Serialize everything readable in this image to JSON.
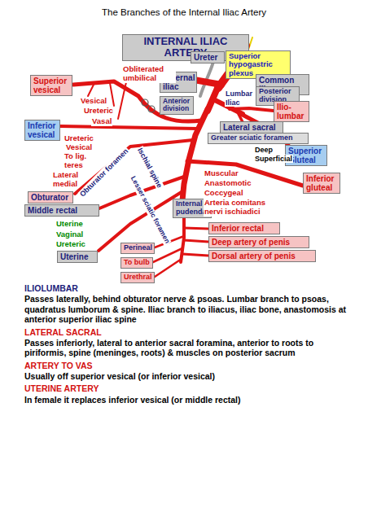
{
  "diagram": {
    "title": "The Branches of the Internal Iliac Artery",
    "nodes": [
      {
        "text": [
          "INTERNAL ILIAC ARTERY"
        ]
      },
      {
        "text": [
          "Ureter"
        ]
      },
      {
        "text": [
          "Superior hypogastric plexus"
        ]
      },
      {
        "text": [
          "Superior vesical"
        ]
      },
      {
        "text": [
          "External iliac"
        ]
      },
      {
        "text": [
          "Common iliac"
        ]
      },
      {
        "text": [
          "Posterior division"
        ]
      },
      {
        "text": [
          "Anterior division"
        ]
      },
      {
        "text": [
          "Ilio-lumbar"
        ]
      },
      {
        "text": [
          "Inferior vesical"
        ]
      },
      {
        "text": [
          "Lateral sacral"
        ]
      },
      {
        "text": [
          "Greater sciatic foramen"
        ]
      },
      {
        "text": [
          "Superior Gluteal"
        ]
      },
      {
        "text": [
          "Obturator"
        ]
      },
      {
        "text": [
          "Middle rectal"
        ]
      },
      {
        "text": [
          "Internal pudendal"
        ]
      },
      {
        "text": [
          "Inferior gluteal"
        ]
      },
      {
        "text": [
          "Uterine"
        ]
      },
      {
        "text": [
          "Inferior rectal"
        ]
      },
      {
        "text": [
          "Perineal"
        ]
      },
      {
        "text": [
          "Deep artery of penis"
        ]
      },
      {
        "text": [
          "To bulb"
        ]
      },
      {
        "text": [
          "Dorsal artery of penis"
        ]
      },
      {
        "text": [
          "Urethral"
        ]
      }
    ],
    "labels": [
      "Obliterated umbilical",
      "Vesical",
      "Ureteric",
      "Vasal",
      "Lumbar",
      "Iliac",
      "Ureteric",
      "Vesical",
      "To lig. teres",
      "Lateral",
      "medial",
      "Obturator foramen",
      "Deep",
      "Superficial",
      "Ischial spine",
      "Lesser sciatic foramen",
      "Muscular",
      "Anastomotic",
      "Coccygeal",
      "Arteria comitans nervi ischiadici",
      "Uterine",
      "Vaginal",
      "Ureteric",
      "ILIOLUMBAR",
      "Passes laterally, behind obturator nerve & psoas. Lumbar branch to psoas, quadratus lumborum & spine. Iliac branch to iliacus, iliac bone, anastomosis at anterior superior iliac spine",
      "LATERAL SACRAL",
      "Passes inferiorly, lateral to anterior sacral foramina, anterior to roots to piriformis, spine (meninges, roots) & muscles on posterior sacrum",
      "ARTERY TO VAS",
      "Usually off superior vesical (or inferior vesical)",
      "UTERINE ARTERY",
      "In female it replaces inferior vesical (or middle rectal)"
    ]
  }
}
